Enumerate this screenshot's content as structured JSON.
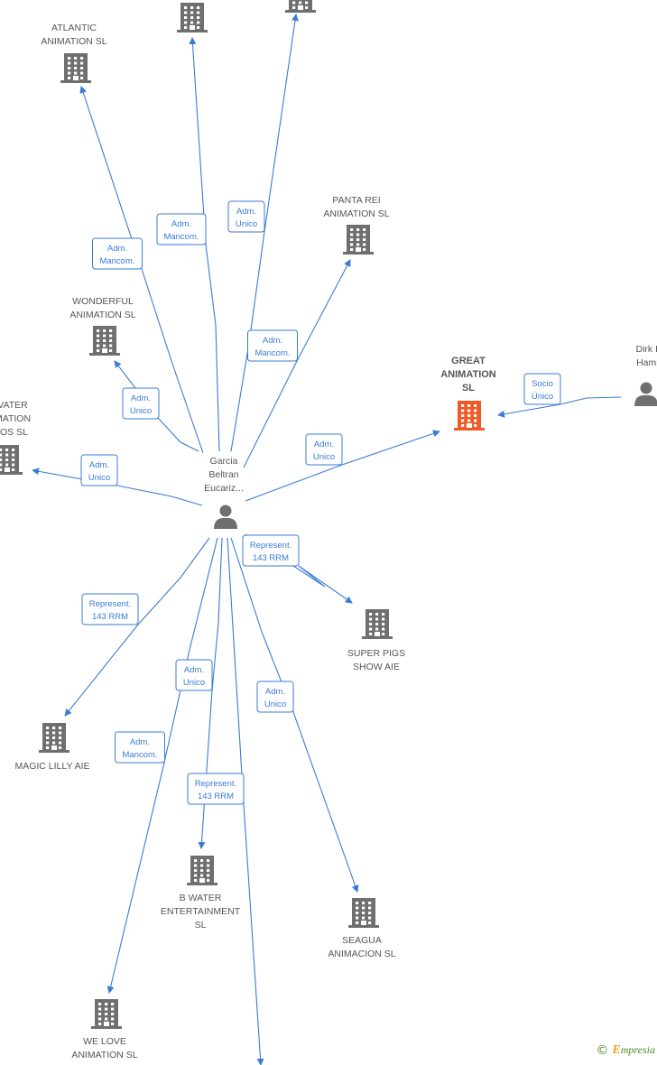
{
  "graph": {
    "center": {
      "lines": [
        "Garcia",
        "Beltran",
        "Eucariz..."
      ]
    },
    "nodes": [
      {
        "id": "top1",
        "lines": []
      },
      {
        "id": "top2",
        "lines": []
      },
      {
        "id": "atlantic",
        "lines": [
          "ATLANTIC",
          "ANIMATION SL"
        ]
      },
      {
        "id": "panta",
        "lines": [
          "PANTA REI",
          "ANIMATION SL"
        ]
      },
      {
        "id": "wonderful",
        "lines": [
          "WONDERFUL",
          "ANIMATION SL"
        ]
      },
      {
        "id": "water",
        "lines": [
          "VATER",
          "MATION",
          "IOS SL"
        ]
      },
      {
        "id": "great",
        "lines": [
          "GREAT",
          "ANIMATION",
          "SL"
        ],
        "main": true
      },
      {
        "id": "dirk",
        "lines": [
          "Dirk Ha",
          "Hampe"
        ],
        "person": true
      },
      {
        "id": "superpigs",
        "lines": [
          "SUPER PIGS",
          "SHOW AIE"
        ]
      },
      {
        "id": "magic",
        "lines": [
          "MAGIC LILLY AIE"
        ]
      },
      {
        "id": "bwater",
        "lines": [
          "B WATER",
          "ENTERTAINMENT",
          "SL"
        ]
      },
      {
        "id": "seagua",
        "lines": [
          "SEAGUA",
          "ANIMACION SL"
        ]
      },
      {
        "id": "welove",
        "lines": [
          "WE LOVE",
          "ANIMATION SL"
        ]
      },
      {
        "id": "bottom",
        "lines": []
      }
    ],
    "edges": [
      {
        "to": "top1",
        "label": [
          "Adm.",
          "Mancom."
        ]
      },
      {
        "to": "top2",
        "label": [
          "Adm.",
          "Unico"
        ]
      },
      {
        "to": "atlantic",
        "label": [
          "Adm.",
          "Mancom."
        ]
      },
      {
        "to": "panta",
        "label": [
          "Adm.",
          "Mancom."
        ]
      },
      {
        "to": "wonderful",
        "label": [
          "Adm.",
          "Unico"
        ]
      },
      {
        "to": "water",
        "label": [
          "Adm.",
          "Unico"
        ]
      },
      {
        "to": "great",
        "label": [
          "Adm.",
          "Unico"
        ]
      },
      {
        "to": "superpigs",
        "label": [
          "Represent.",
          "143 RRM"
        ]
      },
      {
        "to": "magic",
        "label": [
          "Represent.",
          "143 RRM"
        ]
      },
      {
        "to": "bwater",
        "label": [
          "Adm.",
          "Unico"
        ]
      },
      {
        "to": "seagua",
        "label": [
          "Adm.",
          "Unico"
        ]
      },
      {
        "to": "welove",
        "label": [
          "Adm.",
          "Mancom."
        ]
      },
      {
        "to": "bottom",
        "label": [
          "Represent.",
          "143 RRM"
        ]
      },
      {
        "from": "dirk",
        "to": "great",
        "label": [
          "Socio",
          "Único"
        ]
      }
    ]
  },
  "footer": {
    "copyright": "©",
    "brand_initial": "E",
    "brand_rest": "mpresia"
  }
}
